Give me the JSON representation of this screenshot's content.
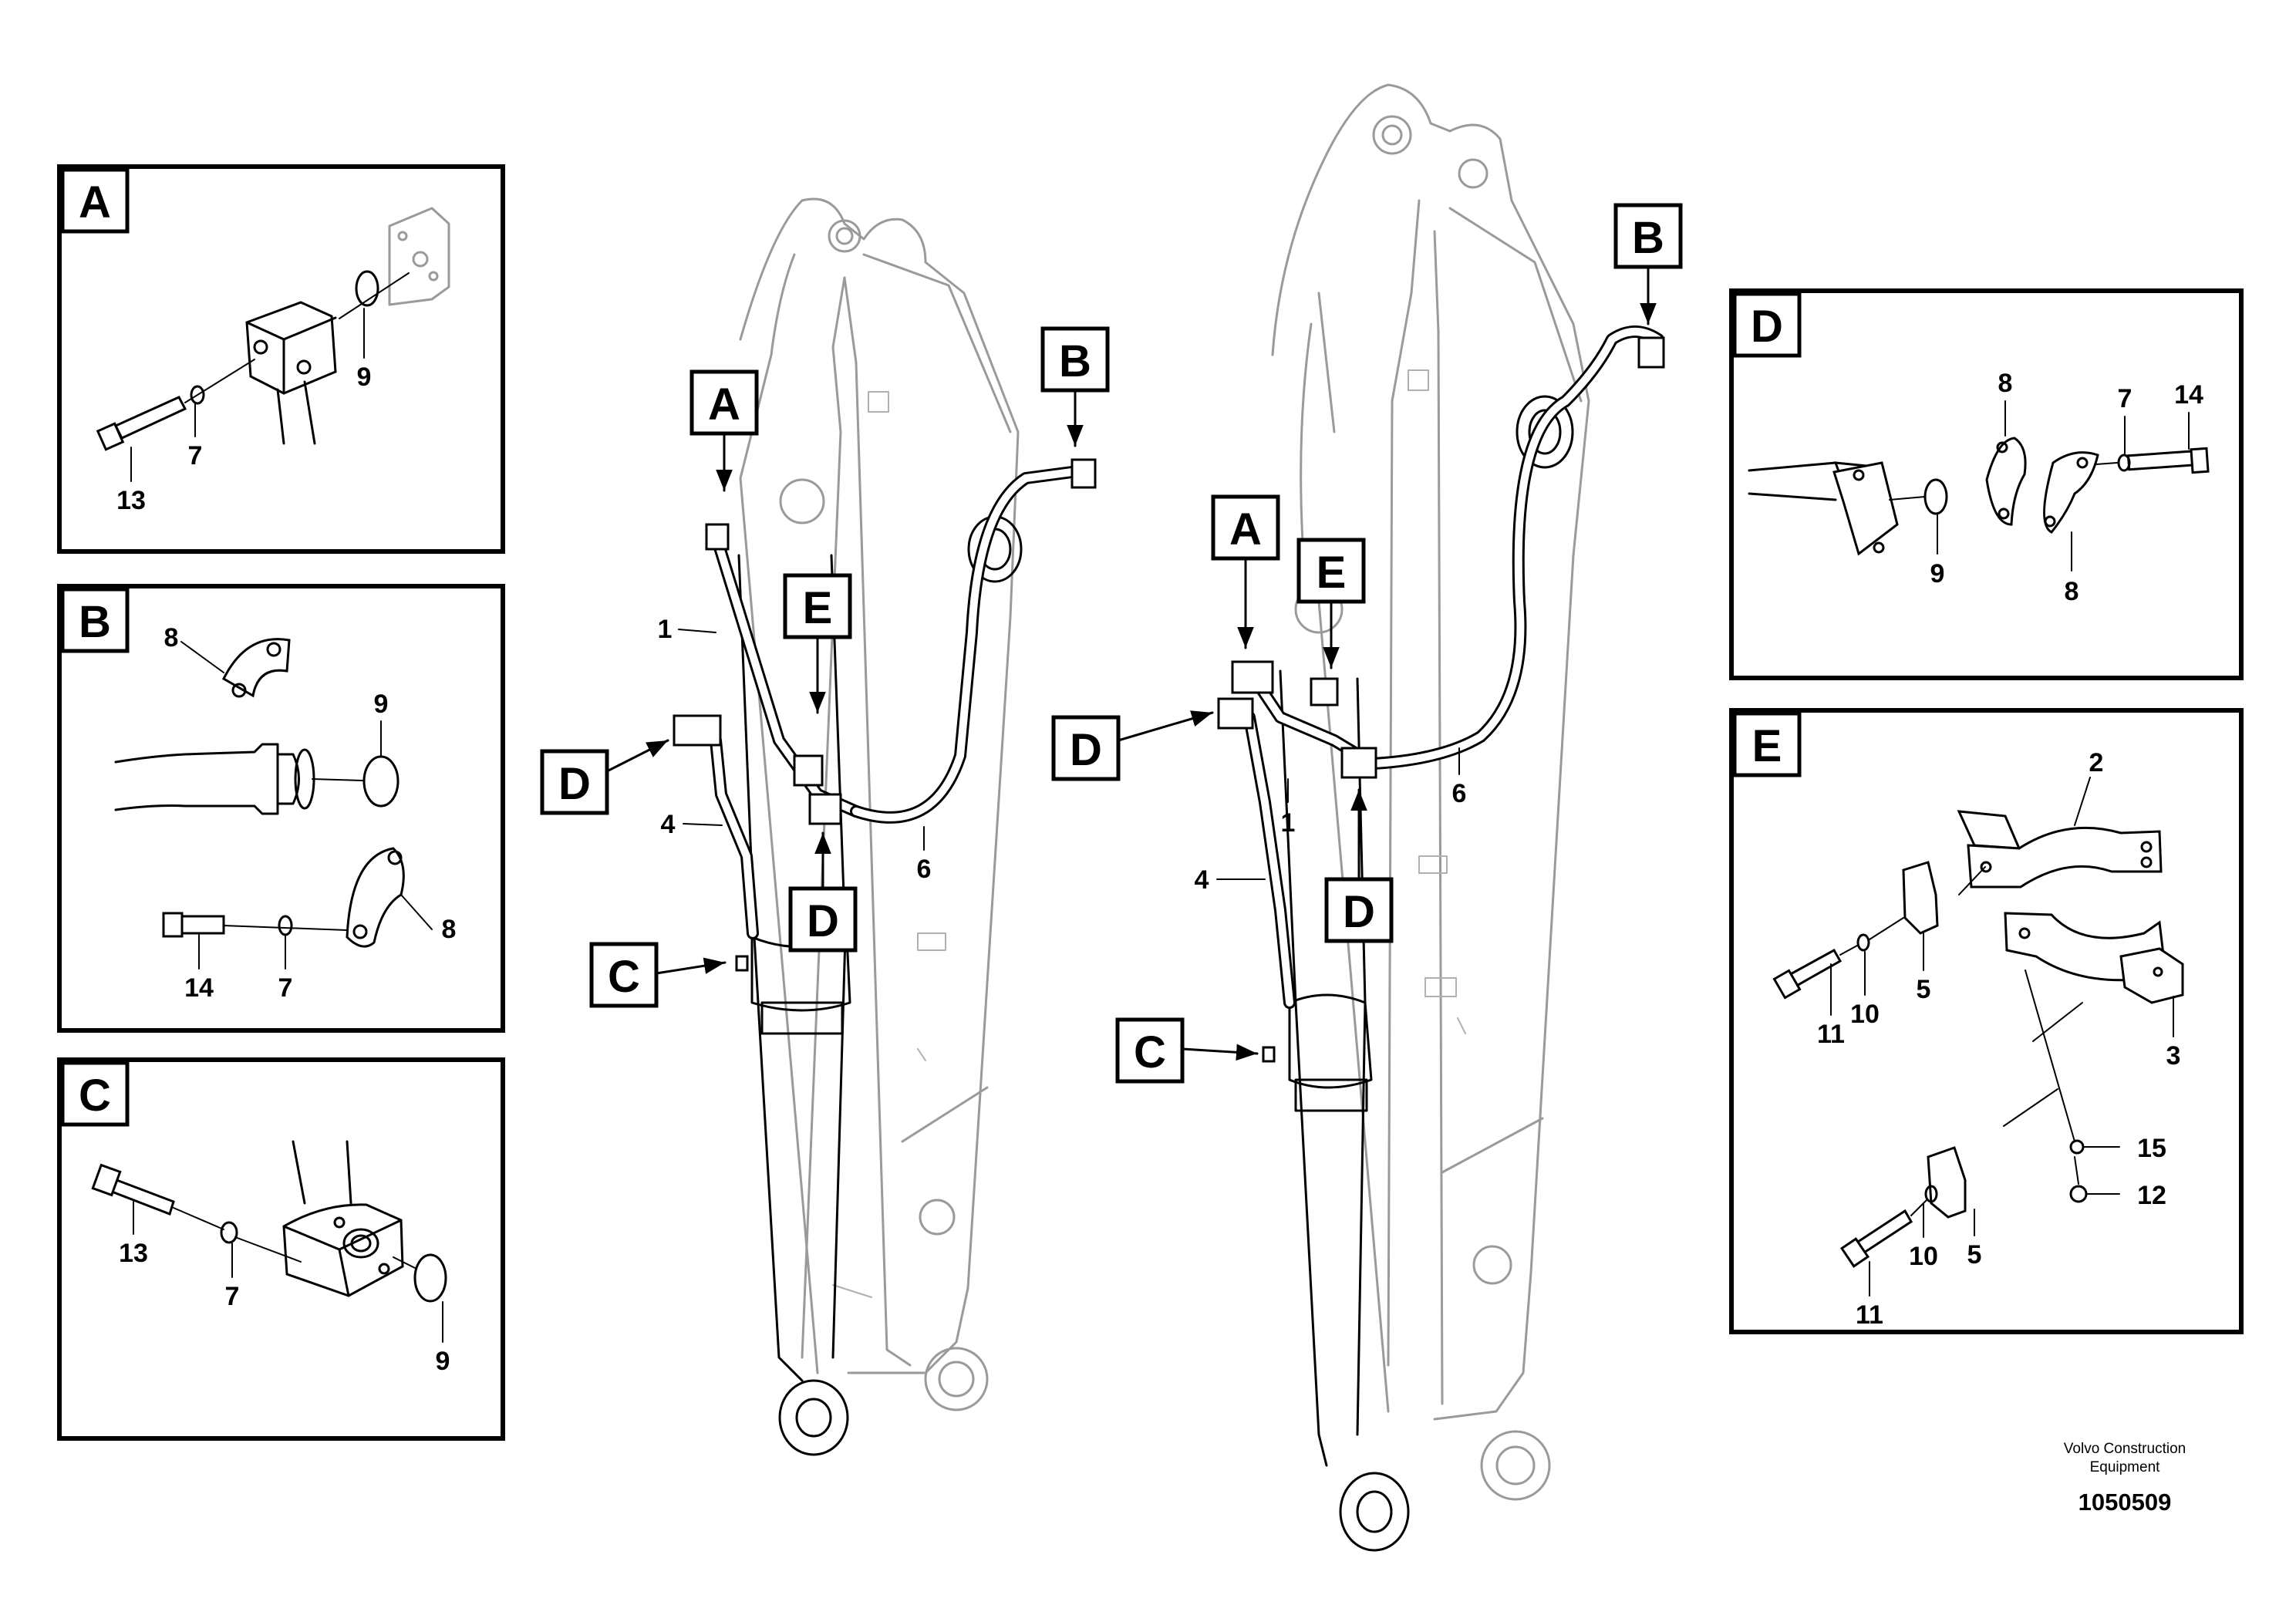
{
  "footer": {
    "brand_line1": "Volvo Construction",
    "brand_line2": "Equipment",
    "document_number": "1050509"
  },
  "detail_boxes": {
    "A": {
      "letter": "A",
      "callouts": [
        "9",
        "7",
        "13"
      ]
    },
    "B": {
      "letter": "B",
      "callouts": [
        "8",
        "9",
        "8",
        "14",
        "7"
      ]
    },
    "C": {
      "letter": "C",
      "callouts": [
        "13",
        "7",
        "9"
      ]
    },
    "D": {
      "letter": "D",
      "callouts": [
        "8",
        "7",
        "14",
        "9",
        "8"
      ]
    },
    "E": {
      "letter": "E",
      "callouts": [
        "2",
        "11",
        "10",
        "5",
        "3",
        "15",
        "12",
        "11",
        "10",
        "5"
      ]
    }
  },
  "left_boom": {
    "detail_refs": [
      "A",
      "B",
      "E",
      "D",
      "D",
      "C"
    ],
    "callouts": [
      "1",
      "4",
      "6"
    ]
  },
  "right_boom": {
    "detail_refs": [
      "B",
      "A",
      "E",
      "D",
      "D",
      "C"
    ],
    "callouts": [
      "1",
      "4",
      "6"
    ]
  },
  "icons": {
    "pointer_arrow": "arrowhead-icon"
  }
}
